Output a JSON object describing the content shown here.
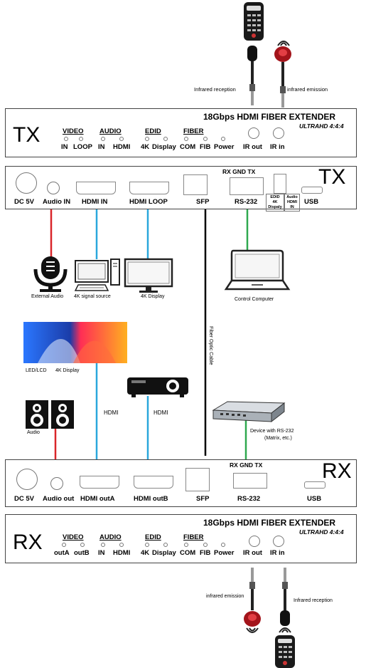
{
  "remote": {
    "ir_reception": "Infrared reception",
    "ir_emission": "infrared emission"
  },
  "tx_front": {
    "letters": "TX",
    "product": "18Gbps HDMI FIBER EXTENDER",
    "ultra_brand": "ULTRA",
    "ultra_rest": "HD 4:4:4",
    "groups": {
      "video": "VIDEO",
      "audio": "AUDIO",
      "edid": "EDID",
      "fiber": "FIBER"
    },
    "leds": {
      "in": "IN",
      "loop": "LOOP",
      "audio_in": "IN",
      "hdmi": "HDMI",
      "fourk": "4K",
      "display": "Display",
      "com": "COM",
      "fib": "FIB",
      "power": "Power"
    },
    "ir_out": "IR out",
    "ir_in": "IR in"
  },
  "tx_rear": {
    "header": "RX GND TX",
    "letters": "TX",
    "dc": "DC 5V",
    "audio_in": "Audio IN",
    "hdmi_in": "HDMI IN",
    "hdmi_loop": "HDMI LOOP",
    "sfp": "SFP",
    "rs232": "RS-232",
    "usb": "USB",
    "sw1": [
      "EDID",
      "4K",
      "Dispaly"
    ],
    "sw2": [
      "Audio",
      "HDMI",
      "IN"
    ]
  },
  "devices": {
    "external_audio": "External Audio",
    "signal_source": "4K signal source",
    "display_4k": "4K Display",
    "control_computer": "Control Computer",
    "fiber_cable": "Fiber Optic Cable",
    "led_lcd": "LED/LCD",
    "led_display": "4K Display",
    "hdmi1": "HDMI",
    "hdmi2": "HDMI",
    "audio": "Audio",
    "rs232_device": "Device with RS-232",
    "rs232_note": "(Matrix, etc.)"
  },
  "rx_rear": {
    "header": "RX GND TX",
    "letters": "RX",
    "dc": "DC 5V",
    "audio_out": "Audio out",
    "hdmi_outa": "HDMI outA",
    "hdmi_outb": "HDMI outB",
    "sfp": "SFP",
    "rs232": "RS-232",
    "usb": "USB"
  },
  "rx_front": {
    "letters": "RX",
    "product": "18Gbps HDMI FIBER EXTENDER",
    "ultra_brand": "ULTRA",
    "ultra_rest": "HD 4:4:4",
    "groups": {
      "video": "VIDEO",
      "audio": "AUDIO",
      "edid": "EDID",
      "fiber": "FIBER"
    },
    "leds": {
      "outa": "outA",
      "outb": "outB",
      "audio_in": "IN",
      "hdmi": "HDMI",
      "fourk": "4K",
      "display": "Display",
      "com": "COM",
      "fib": "FIB",
      "power": "Power"
    },
    "ir_out": "IR out",
    "ir_in": "IR in"
  },
  "rx_remote": {
    "ir_emission": "infrared emission",
    "ir_reception": "Infrared reception"
  },
  "colors": {
    "audio_cable": "#d9262a",
    "hdmi_cable": "#2aa7dc",
    "rs232_cable": "#2fa84f",
    "fiber_cable": "#000000"
  }
}
